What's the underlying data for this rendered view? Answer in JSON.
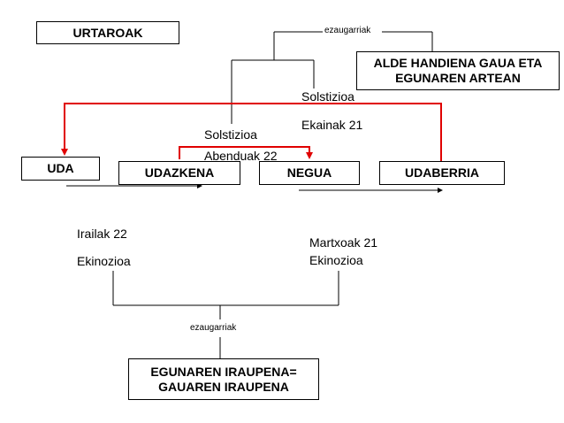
{
  "title_box": "URTAROAK",
  "characteristics_label_top": "ezaugarriak",
  "top_result": {
    "line1": "ALDE HANDIENA GAUA ETA",
    "line2": "EGUNAREN ARTEAN"
  },
  "solstice_winter": {
    "name": "Solstizioa",
    "date": "Abenduak 22"
  },
  "solstice_summer": {
    "name": "Solstizioa",
    "date": "Ekainak 21"
  },
  "seasons": [
    "UDA",
    "UDAZKENA",
    "NEGUA",
    "UDABERRIA"
  ],
  "equinox_autumn": {
    "date": "Irailak 22",
    "name": "Ekinozioa"
  },
  "equinox_spring": {
    "date": "Martxoak 21",
    "name": "Ekinozioa"
  },
  "characteristics_label_bottom": "ezaugarriak",
  "bottom_result": {
    "line1": "EGUNAREN IRAUPENA=",
    "line2": "GAUAREN IRAUPENA"
  },
  "colors": {
    "highlight": "#e00000",
    "line": "#000000"
  }
}
